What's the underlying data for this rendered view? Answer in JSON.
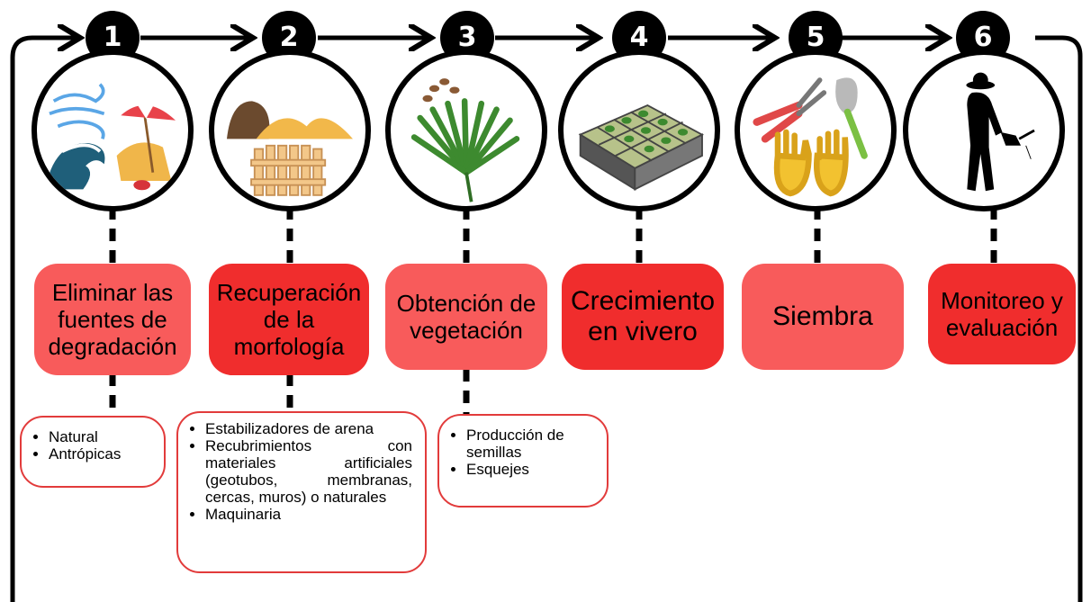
{
  "steps": [
    {
      "number": "1",
      "icon": "wind-wave-umbrella-icon",
      "label": "Eliminar las\nfuentes de\ndegradación",
      "tone": "light",
      "details": [
        "Natural",
        "Antrópicas"
      ]
    },
    {
      "number": "2",
      "icon": "sandbag-sand-fence-icon",
      "label": "Recuperación\nde la\nmorfología",
      "tone": "dark",
      "details": [
        "Estabilizadores de arena",
        "Recubrimientos con materiales artificiales (geotubos, membranas, cercas, muros) o naturales",
        "Maquinaria"
      ]
    },
    {
      "number": "3",
      "icon": "seeds-palm-leaf-icon",
      "label": "Obtención de\nvegetación",
      "tone": "light",
      "details": [
        "Producción de semillas",
        "Esquejes"
      ]
    },
    {
      "number": "4",
      "icon": "seedling-trays-icon",
      "label": "Crecimiento\nen vivero",
      "tone": "dark",
      "details": []
    },
    {
      "number": "5",
      "icon": "pruner-trowel-gloves-icon",
      "label": "Siembra",
      "tone": "light",
      "details": []
    },
    {
      "number": "6",
      "icon": "gardener-watering-icon",
      "label": "Monitoreo y\nevaluación",
      "tone": "dark",
      "details": []
    }
  ],
  "colors": {
    "light_box": "#f85b5b",
    "dark_box": "#f02d2d",
    "detail_border": "#e23b3b",
    "line": "#000000"
  }
}
